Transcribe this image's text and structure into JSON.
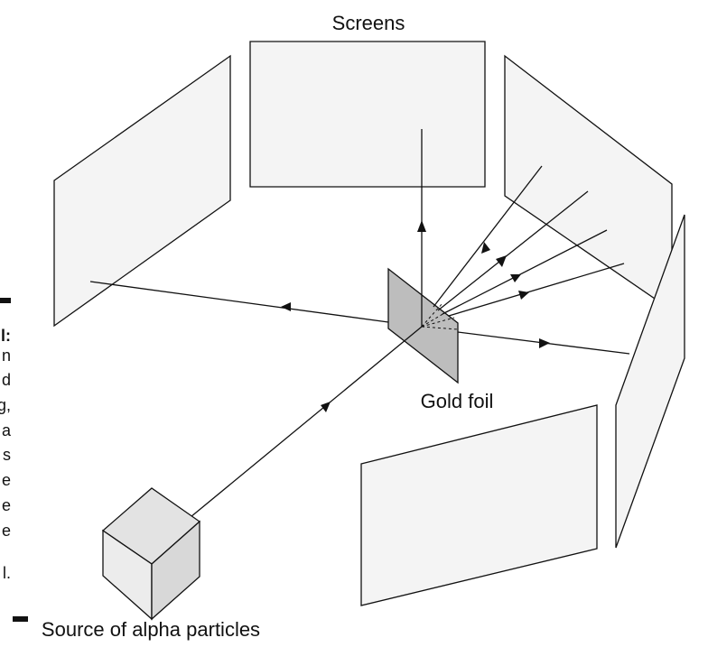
{
  "labels": {
    "screens": "Screens",
    "gold_foil": "Gold foil",
    "source": "Source of alpha particles"
  },
  "caption_fragment": {
    "line_1": "l:",
    "line_2": "n",
    "line_3": "d",
    "line_4": "g,",
    "line_5": "a",
    "line_6": "s",
    "line_7": "e",
    "line_8": "e",
    "line_9": "e",
    "line_10": "l."
  },
  "colors": {
    "screen_fill": "#f4f4f4",
    "foil_fill": "#bdbdbd",
    "cube_fill": "#e3e3e3",
    "stroke": "#111111"
  }
}
